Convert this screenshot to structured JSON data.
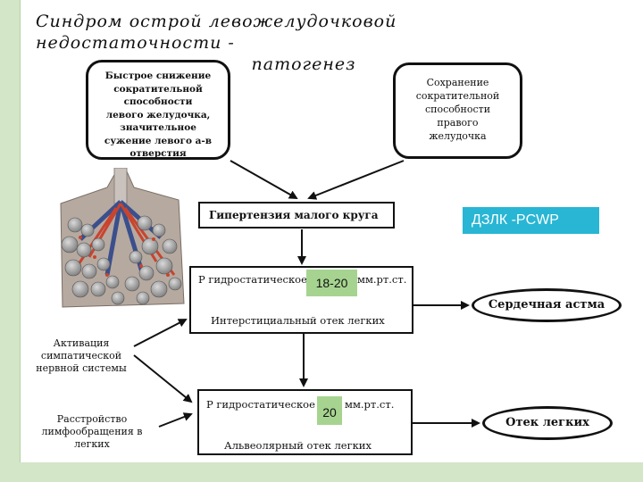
{
  "title": {
    "line1": "Синдром острой левожелудочковой недостаточности -",
    "line2": "патогенез"
  },
  "box_left": {
    "lines": [
      "Быстрое снижение",
      "сократительной",
      "способности",
      "левого желудочка,",
      "значительное",
      "сужение левого а-в",
      "отверстия"
    ]
  },
  "box_right": {
    "lines": [
      "Сохранение",
      "сократительной",
      "способности",
      "правого",
      "желудочка"
    ]
  },
  "hypertension": "Гипертензия малого круга",
  "pressure1": {
    "prefix": "Р гидростатическое",
    "value": "18-20",
    "suffix": "мм.рт.ст.",
    "consequence": "Интерстициальный отек легких"
  },
  "pressure2": {
    "prefix": "Р гидростатическое",
    "value": "20",
    "suffix": "мм.рт.ст.",
    "consequence": "Альвеолярный отек легких"
  },
  "pcwp_label": "ДЗЛК -PCWP",
  "cardiac_asthma": "Сердечная астма",
  "lung_edema": "Отек легких",
  "sympathetic": {
    "lines": [
      "Активация",
      "симпатической",
      "нервной системы"
    ]
  },
  "lymph": {
    "lines": [
      "Расстройство",
      "лимфообращения в",
      "легких"
    ]
  },
  "colors": {
    "accent_cyan": "#28b6d4",
    "value_green": "#a6d490",
    "strip_green": "#d3e6c8"
  }
}
